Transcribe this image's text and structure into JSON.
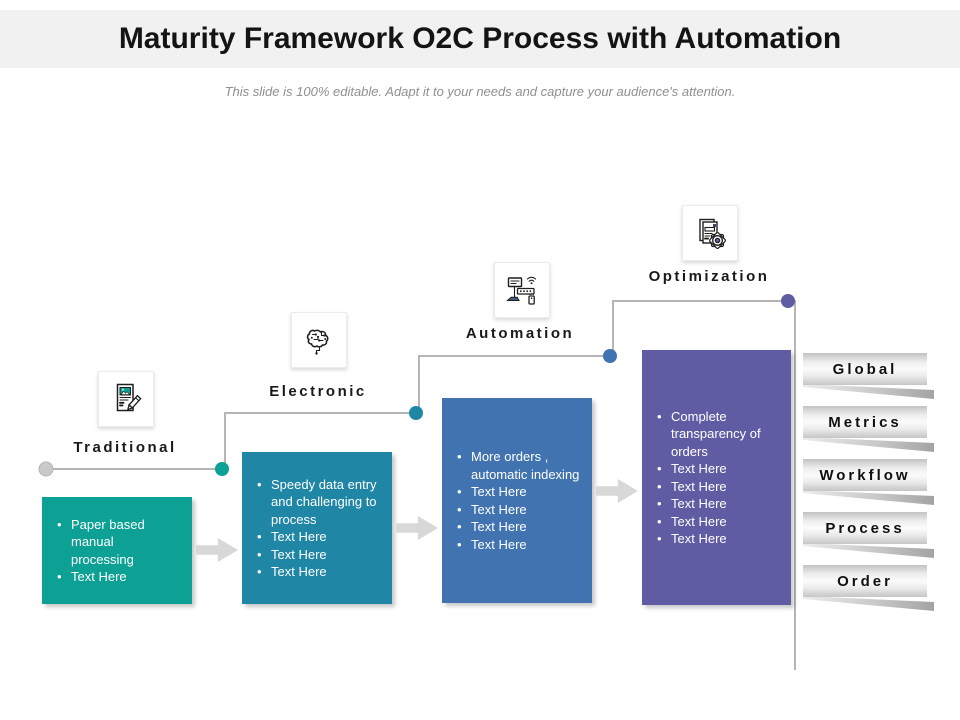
{
  "slide": {
    "title": "Maturity Framework O2C Process with Automation",
    "subtitle": "This slide is 100% editable. Adapt it to your needs and capture your audience's attention."
  },
  "stages": [
    {
      "label": "Traditional",
      "icon": "document-edit-icon",
      "color": "#0DA094",
      "bullets": [
        "Paper based manual processing",
        "Text Here"
      ]
    },
    {
      "label": "Electronic",
      "icon": "circuit-brain-icon",
      "color": "#1F86A6",
      "bullets": [
        "Speedy data entry and challenging to process",
        "Text Here",
        "Text Here",
        "Text Here"
      ]
    },
    {
      "label": "Automation",
      "icon": "robotic-machine-icon",
      "color": "#4173B0",
      "bullets": [
        "More orders , automatic indexing",
        "Text Here",
        "Text Here",
        "Text Here",
        "Text Here"
      ]
    },
    {
      "label": "Optimization",
      "icon": "document-gear-icon",
      "color": "#5F5CA4",
      "bullets": [
        "Complete transparency of orders",
        "Text Here",
        "Text Here",
        "Text Here",
        "Text Here",
        "Text Here"
      ]
    }
  ],
  "ribbons": [
    {
      "label": "Global"
    },
    {
      "label": "Metrics"
    },
    {
      "label": "Workflow"
    },
    {
      "label": "Process"
    },
    {
      "label": "Order"
    }
  ],
  "connector": {
    "line_color": "#b5b5b5",
    "start_dot_color": "#c9c9c9"
  }
}
